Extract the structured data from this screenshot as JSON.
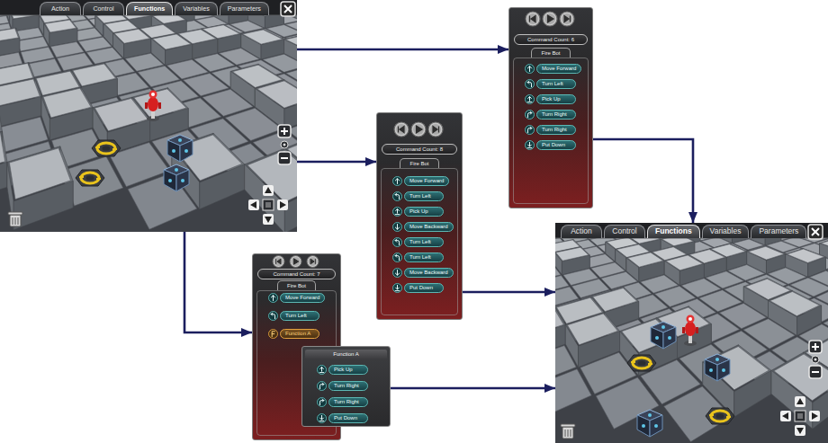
{
  "diagram": {
    "nodes": [
      {
        "text": [
          "Action",
          "Control",
          "Functions",
          "Variables",
          "Parameters"
        ]
      },
      {
        "text": [
          "Command Count: 6",
          "Fire Bot"
        ]
      },
      {
        "text": [
          "Move Forward"
        ],
        "in": 1
      },
      {
        "text": [
          "Turn Left"
        ],
        "in": 1
      },
      {
        "text": [
          "Pick Up"
        ],
        "in": 1
      },
      {
        "text": [
          "Turn Right"
        ],
        "in": 1
      },
      {
        "text": [
          "Turn Right"
        ],
        "in": 1
      },
      {
        "text": [
          "Put Down"
        ],
        "in": 1
      },
      {
        "text": [
          "Command Count: 8",
          "Fire Bot"
        ]
      },
      {
        "text": [
          "Move Forward"
        ],
        "in": 8
      },
      {
        "text": [
          "Turn Left"
        ],
        "in": 8
      },
      {
        "text": [
          "Pick Up"
        ],
        "in": 8
      },
      {
        "text": [
          "Move Backward"
        ],
        "in": 8
      },
      {
        "text": [
          "Turn Left"
        ],
        "in": 8
      },
      {
        "text": [
          "Turn Left"
        ],
        "in": 8
      },
      {
        "text": [
          "Move Backward"
        ],
        "in": 8
      },
      {
        "text": [
          "Put Down"
        ],
        "in": 8
      },
      {
        "text": [
          "Command Count: 7",
          "Fire Bot"
        ]
      },
      {
        "text": [
          "Move Forward"
        ],
        "in": 17
      },
      {
        "text": [
          "Turn Left"
        ],
        "in": 17
      },
      {
        "text": [
          "Function A"
        ],
        "in": 17
      },
      {
        "text": [
          "Function A"
        ]
      },
      {
        "text": [
          "Pick Up"
        ],
        "in": 21
      },
      {
        "text": [
          "Turn Right"
        ],
        "in": 21
      },
      {
        "text": [
          "Turn Right"
        ],
        "in": 21
      },
      {
        "text": [
          "Put Down"
        ],
        "in": 21
      },
      {
        "text": [
          "Action",
          "Control",
          "Functions",
          "Variables",
          "Parameters"
        ]
      }
    ],
    "edges": [
      {
        "from": 0,
        "to": 1,
        "arrow": "to"
      },
      {
        "from": 0,
        "to": 8,
        "arrow": "to"
      },
      {
        "from": 0,
        "to": 17,
        "arrow": "to"
      },
      {
        "from": 1,
        "to": 26,
        "arrow": "to"
      },
      {
        "from": 8,
        "to": 26,
        "arrow": "to"
      },
      {
        "from": 21,
        "to": 26,
        "arrow": "to"
      }
    ]
  }
}
